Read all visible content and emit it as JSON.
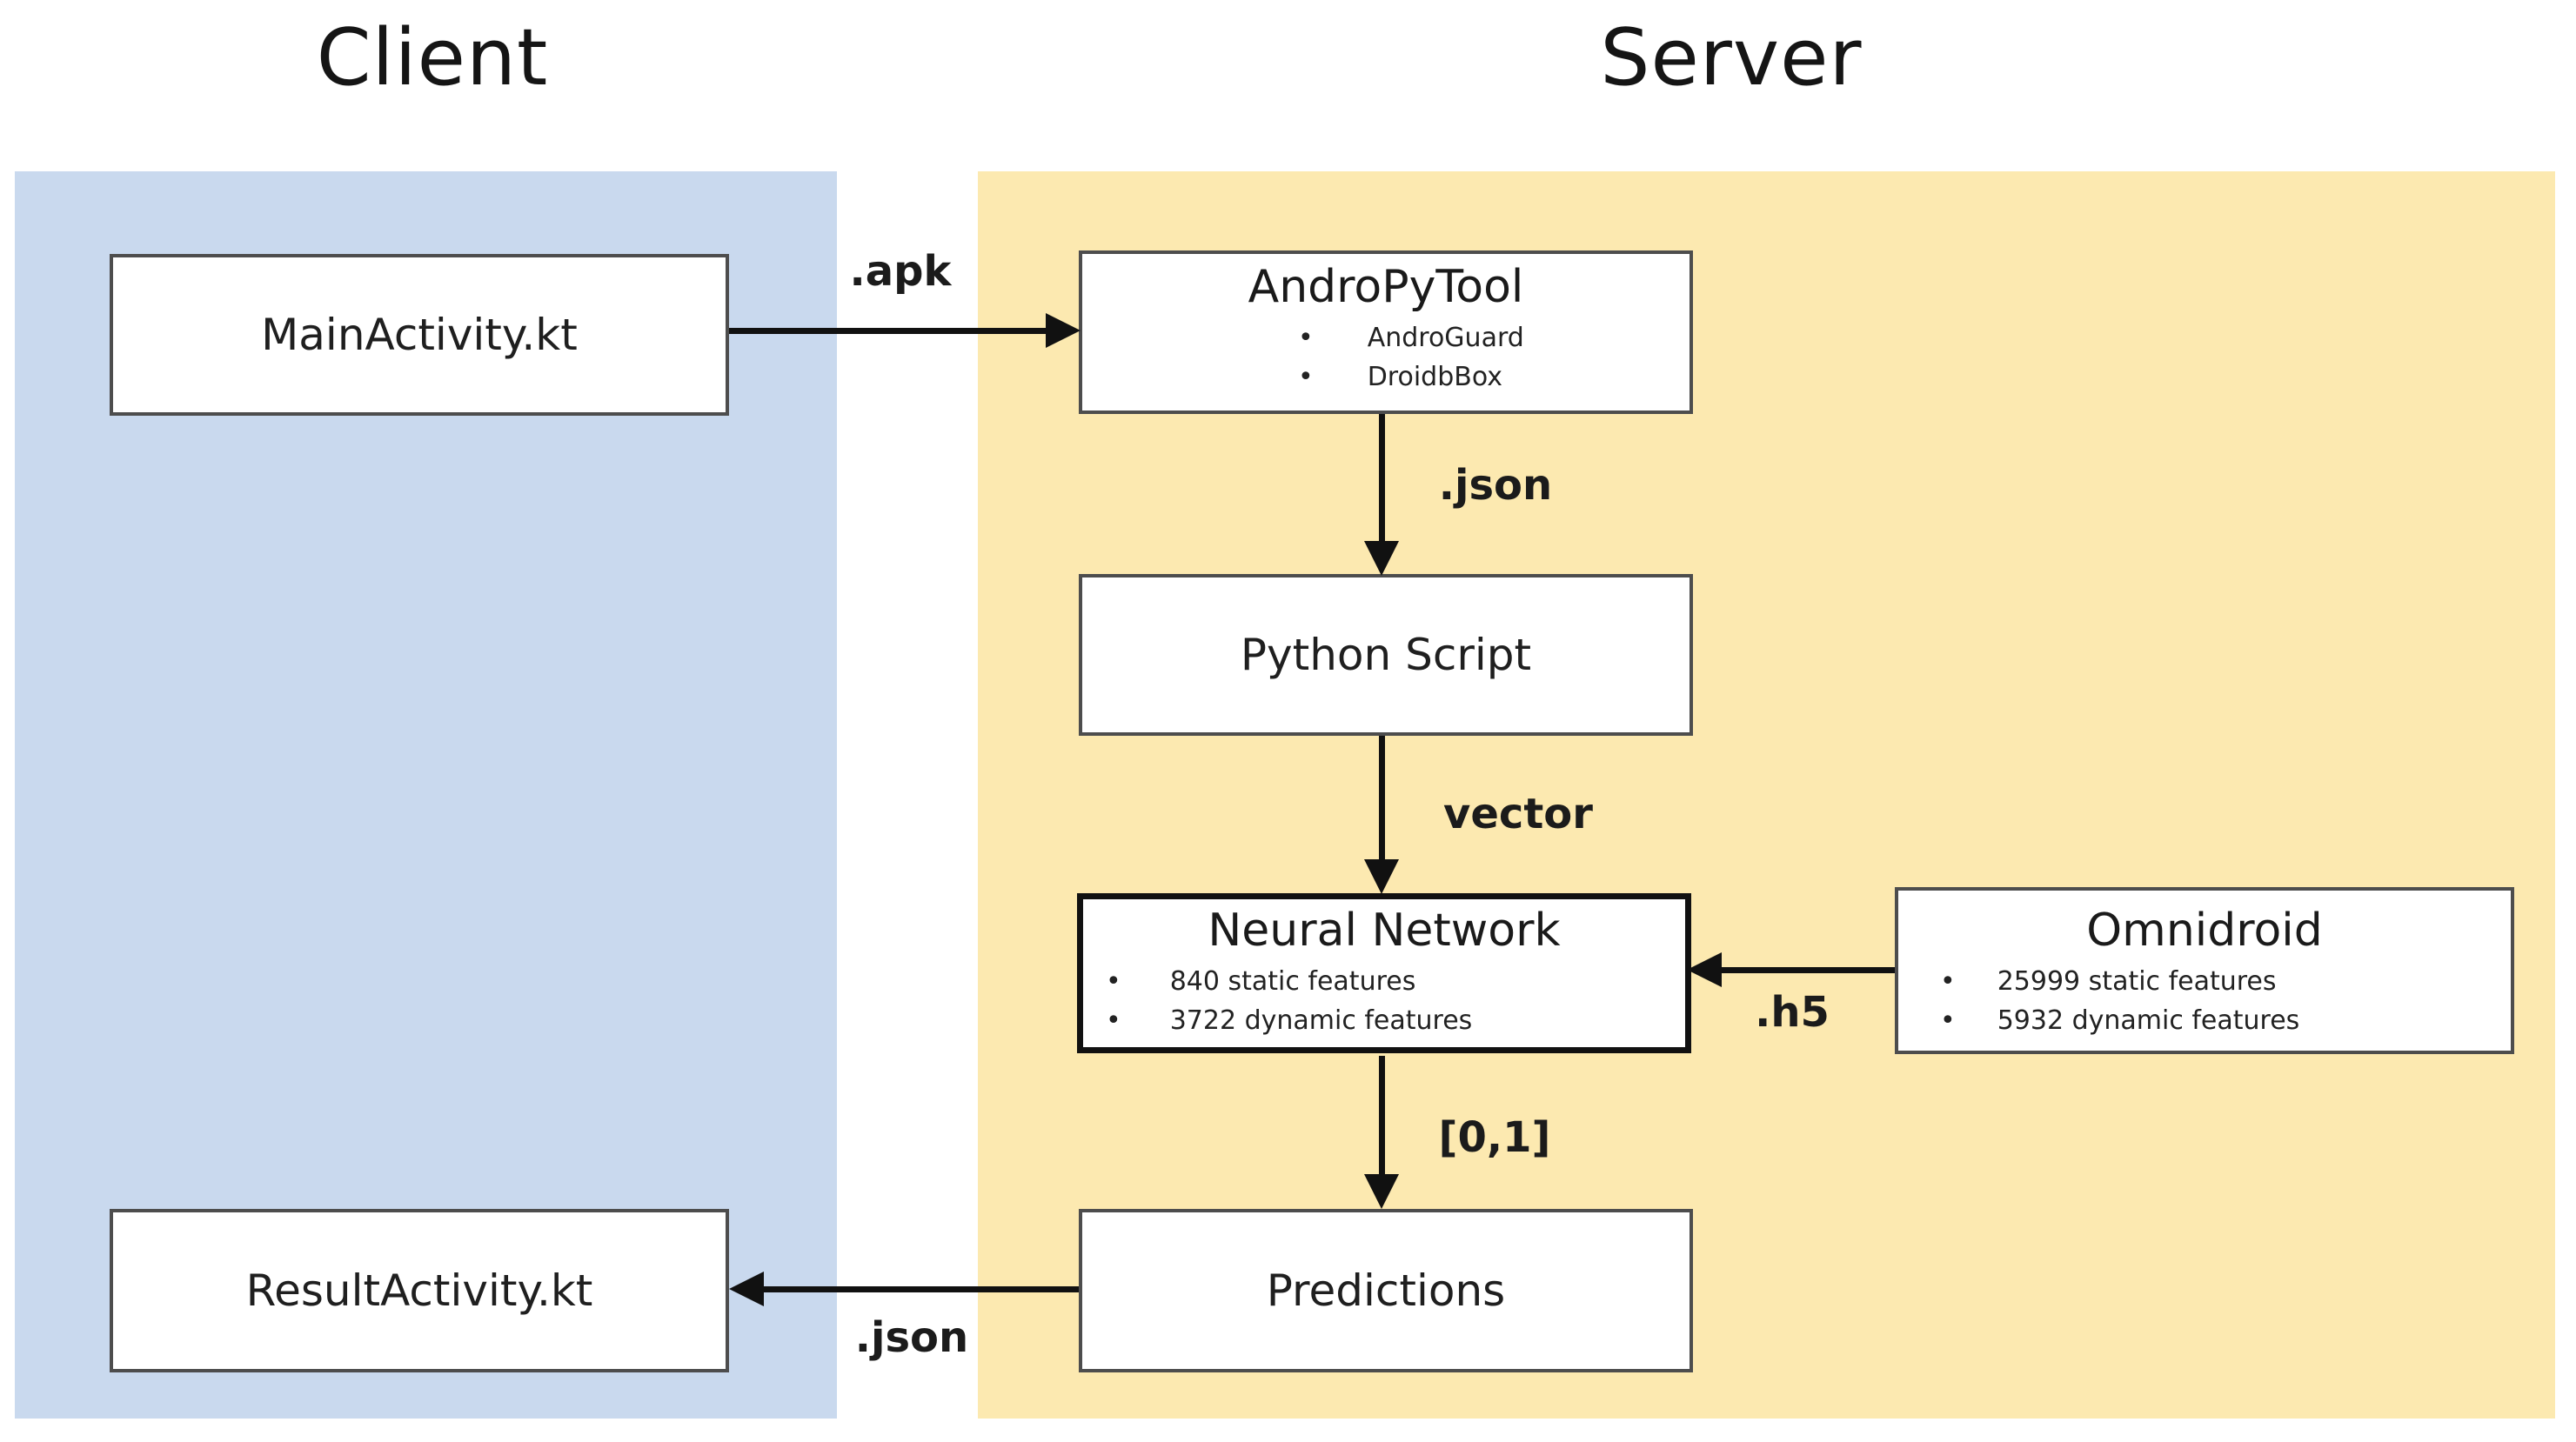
{
  "regions": {
    "client": {
      "title": "Client",
      "bg": "#c9d9ee"
    },
    "server": {
      "title": "Server",
      "bg": "#fce9b0"
    }
  },
  "boxes": {
    "main_activity": {
      "label": "MainActivity.kt"
    },
    "andropytool": {
      "title": "AndroPyTool",
      "items": [
        "AndroGuard",
        "DroidbBox"
      ]
    },
    "python_script": {
      "label": "Python Script"
    },
    "neural_network": {
      "title": "Neural Network",
      "items": [
        "840 static features",
        "3722 dynamic features"
      ]
    },
    "omnidroid": {
      "title": "Omnidroid",
      "items": [
        "25999 static features",
        "5932 dynamic features"
      ]
    },
    "predictions": {
      "label": "Predictions"
    },
    "result_activity": {
      "label": "ResultActivity.kt"
    }
  },
  "edges": {
    "apk": {
      "label": ".apk",
      "from": "MainActivity.kt",
      "to": "AndroPyTool"
    },
    "json_top": {
      "label": ".json",
      "from": "AndroPyTool",
      "to": "Python Script"
    },
    "vector": {
      "label": "vector",
      "from": "Python Script",
      "to": "Neural Network"
    },
    "h5": {
      "label": ".h5",
      "from": "Omnidroid",
      "to": "Neural Network"
    },
    "unit_interval": {
      "label": "[0,1]",
      "from": "Neural Network",
      "to": "Predictions"
    },
    "json_bottom": {
      "label": ".json",
      "from": "Predictions",
      "to": "ResultActivity.kt"
    }
  },
  "colors": {
    "client_bg": "#c9d9ee",
    "server_bg": "#fce9b0",
    "box_border": "#4d4d4d",
    "emphasis_border": "#111111",
    "arrow": "#111111",
    "text": "#1c1c1c"
  }
}
